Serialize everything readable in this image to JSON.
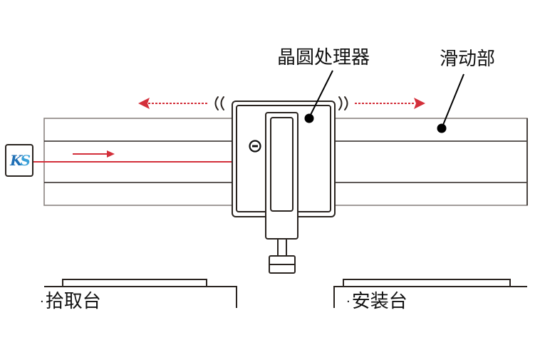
{
  "labels": {
    "wafer_processor": "晶圆处理器",
    "slider": "滑动部",
    "pickup_stage": "拾取台",
    "mount_stage": "安装台",
    "bullet": "·"
  },
  "logo": {
    "text_k": "K",
    "text_s": "S"
  },
  "icons": {
    "minus_circle": "⊖"
  },
  "colors": {
    "line": "#2a2420",
    "accent_red": "#d32f3a",
    "rail_gray": "#8a8480",
    "logo_blue": "#1f6fb5"
  }
}
